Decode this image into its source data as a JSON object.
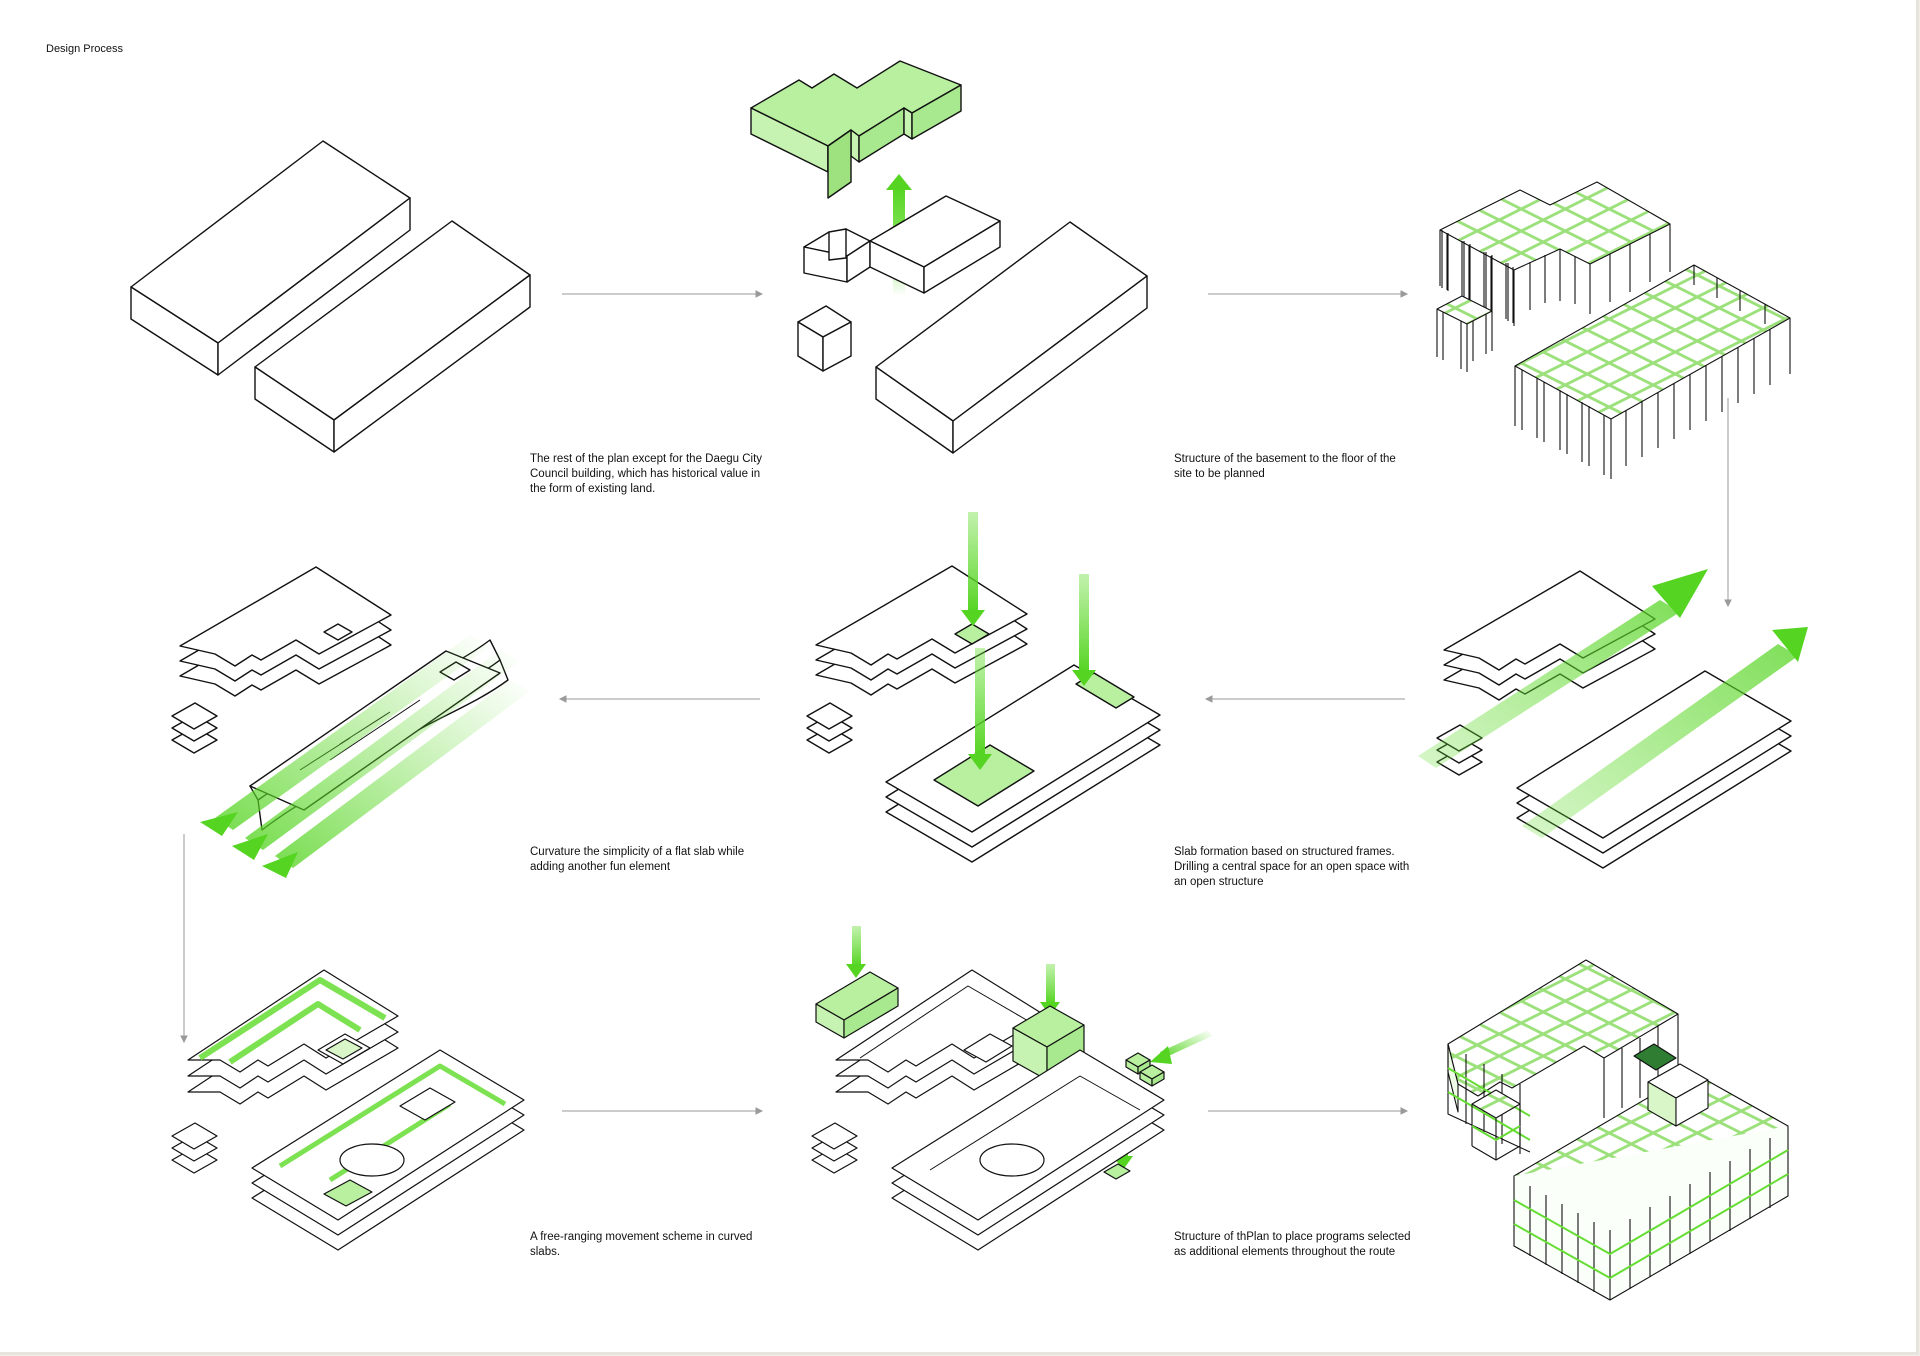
{
  "page": {
    "title": "Design Process"
  },
  "steps": [
    {
      "caption": [
        "The rest of the plan except for the Daegu City",
        "Council building, which has historical value in",
        "the form of existing land."
      ]
    },
    {
      "caption": [
        "Structure of the basement to the floor of the",
        "site to be planned"
      ]
    },
    {
      "caption": [
        "Curvature the simplicity of a flat slab while",
        "adding another fun element"
      ]
    },
    {
      "caption": [
        "Slab formation based on structured frames.",
        "Drilling a central space for an open space with",
        "an open structure"
      ]
    },
    {
      "caption": [
        "A free-ranging movement scheme in curved",
        "slabs."
      ]
    },
    {
      "caption": [
        "Structure of thPlan to place programs selected",
        "as additional elements throughout the route"
      ]
    }
  ],
  "colors": {
    "accent": "#66dd33",
    "accent_fill": "#b8f0a0",
    "light_fill": "#d8f6c8",
    "line": "#111111",
    "arrow_line": "#9a9a9a"
  },
  "icons": [
    "flow-arrow-icon",
    "extrude-arrow-icon",
    "drop-arrow-icon",
    "flow-band-icon"
  ]
}
